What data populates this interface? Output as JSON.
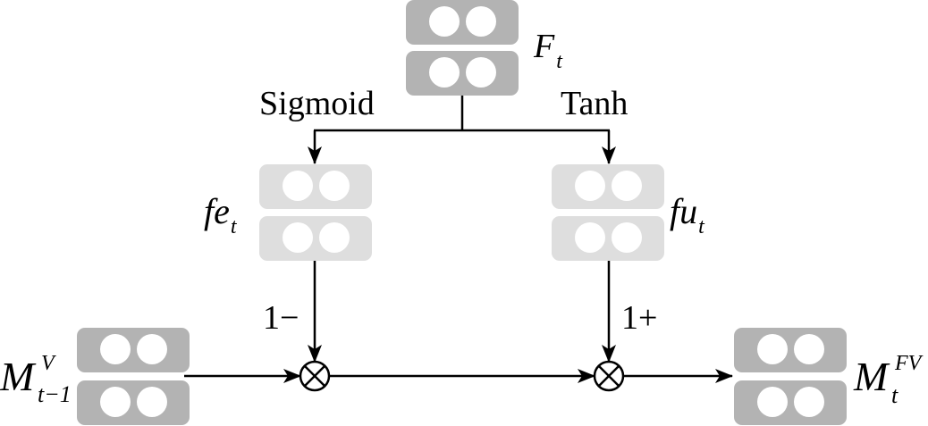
{
  "diagram": {
    "colors": {
      "dark_block": "#b3b3b3",
      "light_block": "#dedede",
      "circle": "#ffffff",
      "line": "#000000"
    },
    "blocks": {
      "ft": {
        "main": "F",
        "sub": "t",
        "sup": ""
      },
      "fet": {
        "main": "fe",
        "sub": "t",
        "sup": ""
      },
      "fut": {
        "main": "fu",
        "sub": "t",
        "sup": ""
      },
      "m_prev": {
        "main": "M",
        "sub": "t−1",
        "sup": "V"
      },
      "m_out": {
        "main": "M",
        "sub": "t",
        "sup": "FV"
      }
    },
    "edge_labels": {
      "sigmoid": "Sigmoid",
      "tanh": "Tanh",
      "one_minus": "1−",
      "one_plus": "1+"
    },
    "operators": {
      "multiply_symbol": "⊗"
    }
  }
}
